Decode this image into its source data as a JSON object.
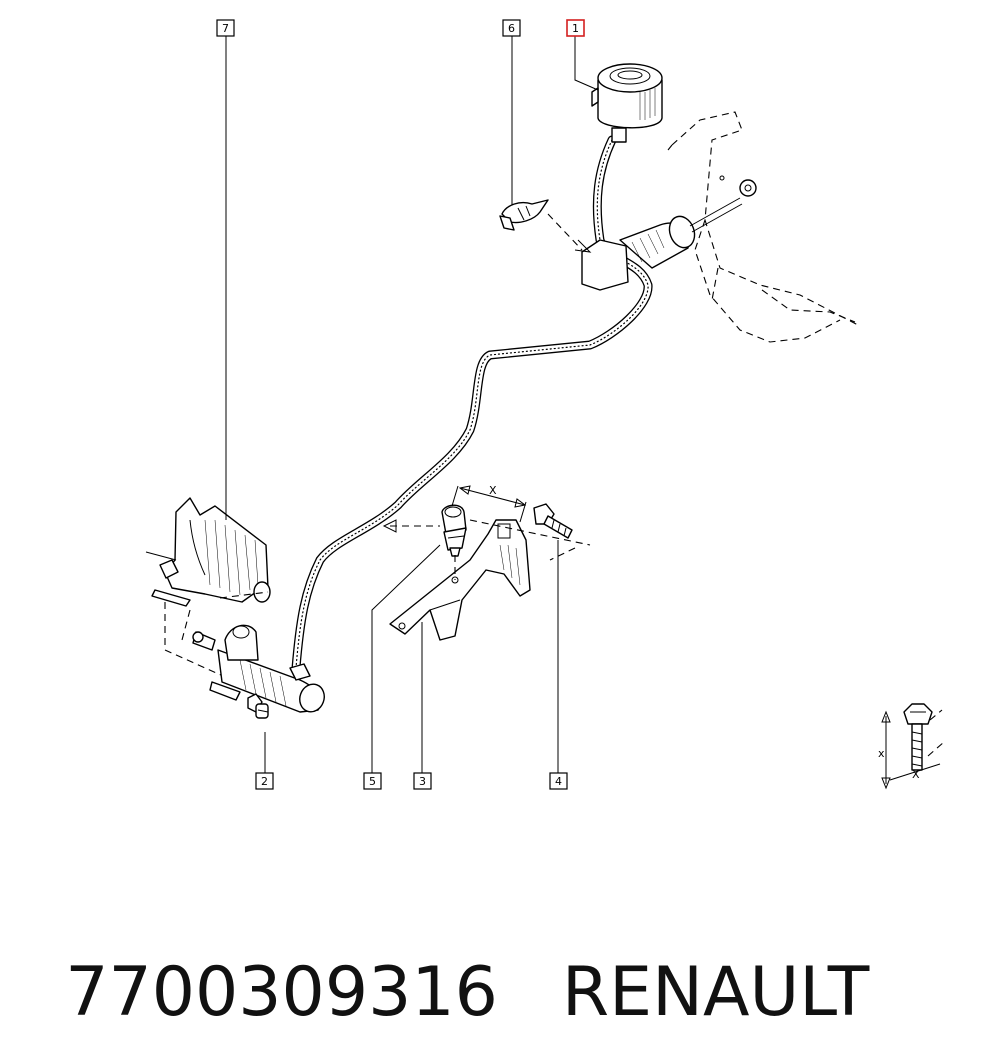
{
  "callouts": {
    "c1": "1",
    "c2": "2",
    "c3": "3",
    "c4": "4",
    "c5": "5",
    "c6": "6",
    "c7": "7"
  },
  "dimension_marks": {
    "bracket_x": "X",
    "inset_x_vertical": "x",
    "inset_x_horizontal": "X"
  },
  "caption": {
    "part_number": "7700309316",
    "brand": "RENAULT"
  },
  "colors": {
    "highlight_callout": "#d42020",
    "line": "#000000",
    "background": "#ffffff"
  }
}
